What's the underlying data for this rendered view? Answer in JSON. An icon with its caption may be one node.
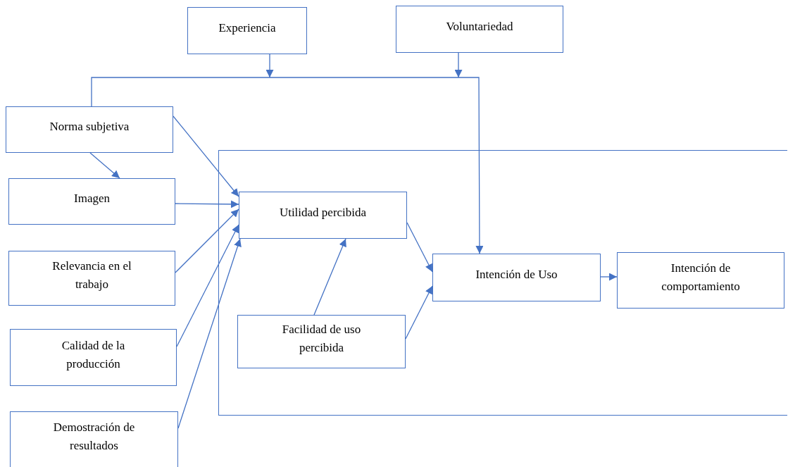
{
  "diagram": {
    "nodes": [
      {
        "text": [
          "Experiencia"
        ]
      },
      {
        "text": [
          "Voluntariedad"
        ]
      },
      {
        "text": [
          "Norma subjetiva"
        ]
      },
      {
        "text": [
          "Imagen"
        ]
      },
      {
        "text": [],
        "shape": "box"
      },
      {
        "text": [
          "Utilidad percibida"
        ],
        "in": 4
      },
      {
        "text": [
          "Relevancia en el trabajo"
        ]
      },
      {
        "text": [
          "Intención de Uso"
        ],
        "in": 4
      },
      {
        "text": [
          "Intención de comportamiento"
        ],
        "in": 4
      },
      {
        "text": [
          "Calidad de la producción"
        ]
      },
      {
        "text": [
          "Facilidad de uso percibida"
        ],
        "in": 4
      },
      {
        "text": [
          "Demostración de resultados"
        ]
      }
    ],
    "edges": [
      {
        "from": 2,
        "to": 5,
        "arrow": "to"
      },
      {
        "from": 2,
        "to": 3,
        "arrow": "to"
      },
      {
        "from": 3,
        "to": 5,
        "arrow": "to"
      },
      {
        "from": 6,
        "to": 5,
        "arrow": "to"
      },
      {
        "from": 9,
        "to": 5,
        "arrow": "to"
      },
      {
        "from": 11,
        "to": 5,
        "arrow": "to"
      },
      {
        "from": 10,
        "to": 5,
        "arrow": "to"
      },
      {
        "from": 5,
        "to": 7,
        "arrow": "to"
      },
      {
        "from": 10,
        "to": 7,
        "arrow": "to"
      },
      {
        "from": 7,
        "to": 8,
        "arrow": "to"
      },
      {
        "from": 2,
        "to": 7,
        "arrow": "to"
      },
      {
        "from": 0,
        "to": null,
        "arrow": "to"
      },
      {
        "from": 1,
        "to": null,
        "arrow": "to"
      }
    ]
  }
}
